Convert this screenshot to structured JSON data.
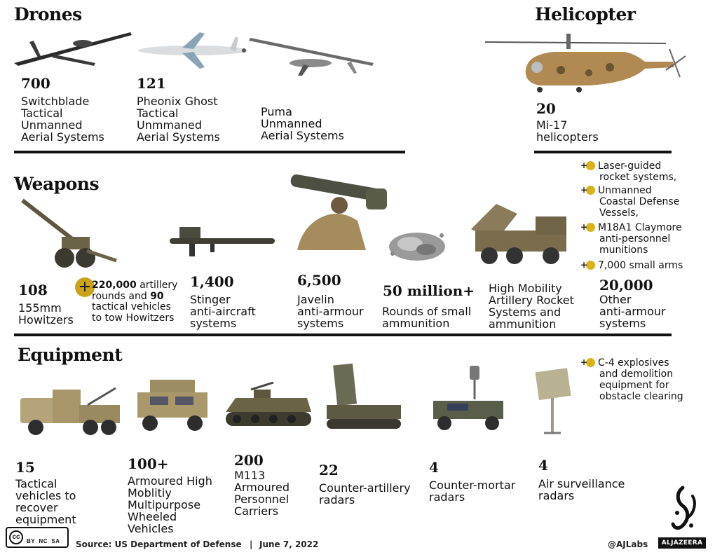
{
  "sections": {
    "drones": "Drones",
    "helicopter": "Helicopter",
    "weapons": "Weapons",
    "equipment": "Equipment"
  },
  "drones": [
    {
      "number": "700",
      "desc": [
        "Switchblade",
        "Tactical",
        "Unmanned",
        "Aerial Systems"
      ]
    },
    {
      "number": "121",
      "desc": [
        "Pheonix Ghost",
        "Tactical",
        "Unmmaned",
        "Aerial Systems"
      ]
    },
    {
      "number": "",
      "desc": [
        "Puma",
        "Unmanned",
        "Aerial Systems"
      ]
    }
  ],
  "helicopter": {
    "number": "20",
    "desc": [
      "Mi-17",
      "helicopters"
    ]
  },
  "weapons": {
    "howitzers": {
      "number": "108",
      "desc": [
        "155mm",
        "Howitzers"
      ]
    },
    "artillery_note": {
      "l1_bold": "220,000",
      "l1_rest": " artillery",
      "l2": "rounds and ",
      "l2_bold": "90",
      "l3": "tactical vehicles",
      "l4": "to tow Howitzers"
    },
    "stinger": {
      "number": "1,400",
      "desc": [
        "Stinger",
        "anti-aircraft",
        "systems"
      ]
    },
    "javelin": {
      "number": "6,500",
      "desc": [
        "Javelin",
        "anti-armour",
        "systems"
      ]
    },
    "ammo": {
      "number": "50 million+",
      "desc": [
        "Rounds of small",
        "ammunition"
      ]
    },
    "himars": {
      "desc": [
        "High Mobility",
        "Artillery Rocket",
        "Systems and",
        "ammunition"
      ]
    },
    "other": {
      "number": "20,000",
      "desc": [
        "Other",
        "anti-armour",
        "systems"
      ]
    }
  },
  "weapon_bullets": [
    [
      "Laser-guided",
      "rocket systems,"
    ],
    [
      "Unmanned",
      "Coastal Defense",
      "Vessels,"
    ],
    [
      "M18A1 Claymore",
      "anti-personnel",
      "munitions"
    ],
    [
      "7,000 small arms"
    ]
  ],
  "equipment": [
    {
      "number": "15",
      "desc": [
        "Tactical",
        "vehicles to",
        "recover",
        "equipment"
      ]
    },
    {
      "number": "100+",
      "desc": [
        "Armoured High",
        "Moblitiy",
        "Multipurpose",
        "Wheeled",
        "Vehicles"
      ]
    },
    {
      "number": "200",
      "desc": [
        "M113",
        "Armoured",
        "Personnel",
        "Carriers"
      ]
    },
    {
      "number": "22",
      "desc": [
        "Counter-artillery",
        "radars"
      ]
    },
    {
      "number": "4",
      "desc": [
        "Counter-mortar",
        "radars"
      ]
    },
    {
      "number": "4",
      "desc": [
        "Air surveillance",
        "radars"
      ]
    }
  ],
  "equipment_bullet": [
    "C-4 explosives",
    "and demolition",
    "equipment for",
    "obstacle clearing"
  ],
  "footer": {
    "cc": "cc",
    "cc_terms": "BY  NC  SA",
    "source": "Source: US Department of Defense",
    "sep": "|",
    "date": "June 7, 2022",
    "handle": "@AJLabs",
    "brand": "ALJAZEERA"
  },
  "plus_glyph": "+",
  "colors": {
    "accent": "#d8b21a",
    "text": "#111111",
    "khaki": "#a8956a",
    "dark_khaki": "#6f6446"
  }
}
